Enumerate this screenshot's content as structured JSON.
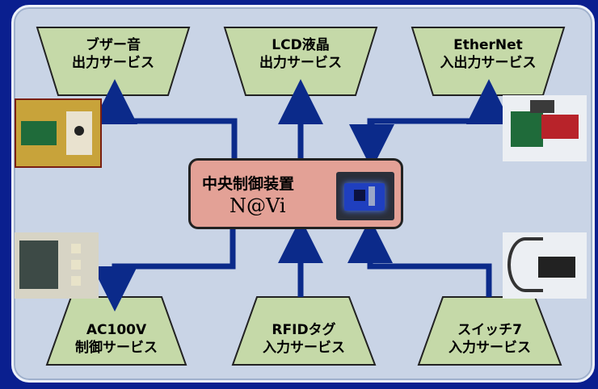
{
  "center": {
    "title": "中央制御装置",
    "subtitle": "N@Vi",
    "board_icon": "circuit-board-photo"
  },
  "services": {
    "buzzer": {
      "line1": "ブザー音",
      "line2": "出力サービス"
    },
    "lcd": {
      "line1": "LCD液晶",
      "line2": "出力サービス"
    },
    "ethernet": {
      "line1": "EtherNet",
      "line2": "入出力サービス"
    },
    "ac100v": {
      "line1": "AC100V",
      "line2": "制御サービス"
    },
    "rfid": {
      "line1": "RFIDタグ",
      "line2": "入力サービス"
    },
    "switch": {
      "line1": "スイッチ7",
      "line2": "入力サービス"
    }
  },
  "photos": {
    "buzzer": "buzzer-module-photo",
    "ethernet": "ethernet-module-photo",
    "ac100v": "ac100v-switch-panel-photo",
    "switch": "switch-device-photo"
  },
  "colors": {
    "background": "#0a1f8f",
    "panel": "#c9d4e6",
    "service_fill": "#c5d9a8",
    "center_fill": "#e3a196",
    "arrow": "#0b2a8a"
  }
}
